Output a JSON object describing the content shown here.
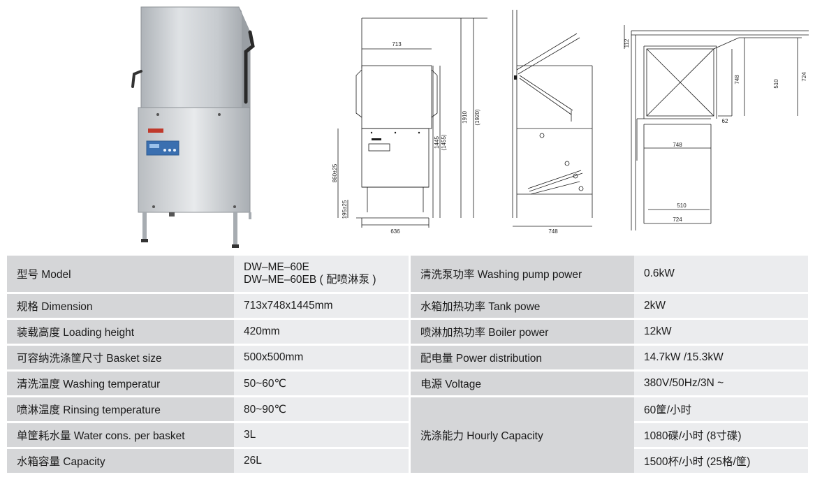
{
  "figures": {
    "front_dims": [
      "713",
      "1445",
      "(1455)",
      "1910",
      "(1920)",
      "860±25",
      "195±25",
      "636"
    ],
    "side_dims": [
      "748"
    ],
    "plan_dims": [
      "112",
      "748",
      "510",
      "724",
      "62",
      "748",
      "510",
      "724"
    ]
  },
  "spec_rows": [
    {
      "label": "型号 Model",
      "value_lines": [
        "DW–ME–60E",
        "DW–ME–60EB ( 配喷淋泵 )"
      ],
      "label2": "清洗泵功率 Washing pump power",
      "value2": "0.6kW"
    },
    {
      "label": "规格 Dimension",
      "value": "713x748x1445mm",
      "label2": "水箱加热功率 Tank powe",
      "value2": "2kW"
    },
    {
      "label": "装载高度 Loading height",
      "value": "420mm",
      "label2": "喷淋加热功率 Boiler power",
      "value2": "12kW"
    },
    {
      "label": "可容纳洗涤筐尺寸  Basket size",
      "value": "500x500mm",
      "label2": "配电量 Power distribution",
      "value2": "14.7kW /15.3kW"
    },
    {
      "label": "清洗温度 Washing temperatur",
      "value": "50~60℃",
      "label2": "电源 Voltage",
      "value2": "380V/50Hz/3N ~"
    },
    {
      "label": "喷淋温度 Rinsing temperature",
      "value": "80~90℃",
      "value2": "60筐/小时"
    },
    {
      "label": "单筐耗水量 Water cons. per basket",
      "value": "3L",
      "label2": "洗涤能力 Hourly Capacity",
      "value2": "1080碟/小时 (8寸碟)"
    },
    {
      "label": "水箱容量 Capacity",
      "value": "26L",
      "value2": "1500杯/小时 (25格/筐)"
    }
  ]
}
